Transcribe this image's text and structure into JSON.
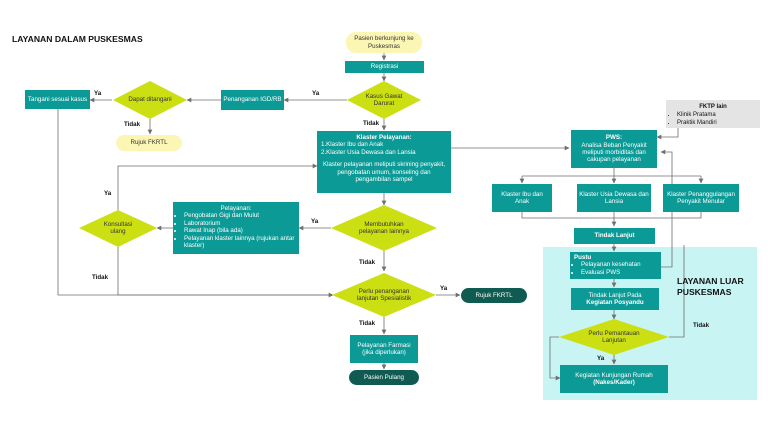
{
  "title": "LAYANAN DALAM PUSKESMAS",
  "outer_title": "LAYANAN LUAR PUSKESMAS",
  "nodes": {
    "pasien_datang": "Pasien berkunjung ke Puskesmas",
    "registrasi": "Registrasi",
    "kasus_gawat": "Kasus Gawat Darurat",
    "penanganan_igd": "Penanganan IGD/RB",
    "dapat_ditangani": "Dapat ditangani",
    "tangani_kasus": "Tangani sesuai kasus",
    "rujuk_top": "Rujuk FKRTL",
    "klaster_pelayanan": {
      "heading": "Klaster Pelayanan:",
      "line1": "1.Klaster Ibu dan Anak",
      "line2": "2.Klaster Usia Dewasa dan Lansia",
      "note": "Klaster pelayanan meliputi skrining penyakit, pengobatan umum, konseling dan pengambilan sampel"
    },
    "fktp": {
      "heading": "FKTP lain",
      "items": [
        "Klinik Pratama",
        "Praktik Mandiri"
      ]
    },
    "pws": {
      "heading": "PWS:",
      "text": "Analisa Beban Penyakit meliputi morbiditas dan cakupan pelayanan"
    },
    "klaster_ibu": "Klaster Ibu dan Anak",
    "klaster_usia": "Klaster Usia Dewasa dan Lansia",
    "klaster_penanggulangan": "Klaster Penanggulangan Penyakit Menular",
    "tindak_lanjut": "Tindak Lanjut",
    "pelayanan_list": {
      "heading": "Pelayanan:",
      "items": [
        "Pengobatan Gigi dan Mulut",
        "Laboratorium",
        "Rawat Inap (bila ada)",
        "Pelayanan klaster lainnya (rujukan antar klaster)"
      ]
    },
    "membutuhkan": "Membutuhkan pelayanan lainnya",
    "konsultasi": "Konsultasi ulang",
    "perlu_spesialistik": "Perlu penanganan lanjutan Spesialistik",
    "rujuk_bottom": "Rujuk FKRTL",
    "pelayanan_farmasi": "Pelayanan Farmasi (jika diperlukan)",
    "pasien_pulang": "Pasien Pulang",
    "pustu": {
      "heading": "Pustu",
      "items": [
        "Pelayanan kesehatan",
        "Evaluasi PWS"
      ]
    },
    "tindak_posyandu": {
      "line1": "Tindak Lanjut Pada",
      "line2": "Kegiatan Posyandu"
    },
    "perlu_pemantauan": "Perlu Pemantauan Lanjutan",
    "kunjungan_rumah": {
      "line1": "Kegiatan Kunjungan Rumah",
      "line2": "(Nakes/Kader)"
    }
  },
  "labels": {
    "ya": "Ya",
    "tidak": "Tidak"
  },
  "colors": {
    "teal": "#0b9a96",
    "dark_teal": "#0f5b52",
    "diamond": "#ccdf12",
    "light_yellow": "#fbf6b4",
    "outer_panel": "#c8f4f3",
    "gray_box": "#e4e4e4",
    "line": "#6f6f6f"
  }
}
